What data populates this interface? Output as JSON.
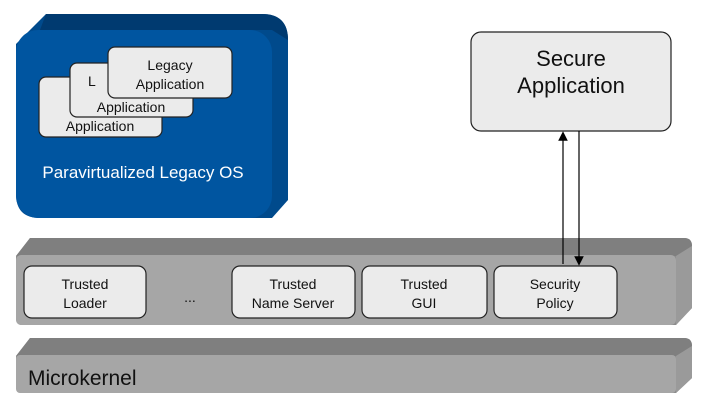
{
  "legacy_os": {
    "label": "Paravirtualized Legacy OS",
    "apps": [
      {
        "line1": "",
        "line2": "Application"
      },
      {
        "line1": "L",
        "line2": "Application"
      },
      {
        "line1": "Legacy",
        "line2": "Application"
      }
    ]
  },
  "secure_app": {
    "line1": "Secure",
    "line2": "Application"
  },
  "trusted_layer": {
    "components": [
      {
        "line1": "Trusted",
        "line2": "Loader"
      },
      {
        "line1": "Trusted",
        "line2": "Name Server"
      },
      {
        "line1": "Trusted",
        "line2": "GUI"
      },
      {
        "line1": "Security",
        "line2": "Policy"
      }
    ],
    "ellipsis": "..."
  },
  "microkernel": {
    "label": "Microkernel"
  },
  "colors": {
    "os_blue": "#0055a0",
    "os_blue_top": "#003f7a",
    "layer_gray": "#a6a6a6",
    "layer_top": "#7f7f7f",
    "box_fill": "#ebebeb"
  }
}
